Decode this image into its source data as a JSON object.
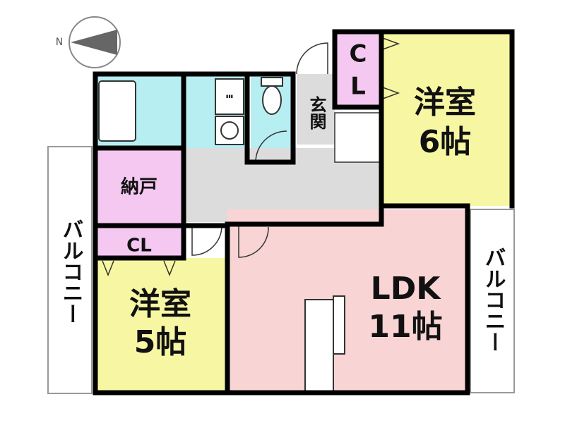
{
  "compass": {
    "north": "N"
  },
  "rooms": {
    "western_6": {
      "name": "洋室",
      "size": "6帖"
    },
    "western_5": {
      "name": "洋室",
      "size": "5帖"
    },
    "ldk": {
      "name": "LDK",
      "size": "11帖"
    },
    "storage": {
      "name": "納戸"
    },
    "entrance": {
      "name": "玄関"
    },
    "closet_top": {
      "name_c": "C",
      "name_l": "L"
    },
    "closet_left": {
      "name": "CL"
    },
    "balcony_left": {
      "name": "バルコニー"
    },
    "balcony_right": {
      "name": "バルコニー"
    }
  },
  "colors": {
    "wall": "#000000",
    "western": "#f7f7a3",
    "ldk": "#f9d4d4",
    "closet": "#f4c8f0",
    "wet": "#b6eef2",
    "hall": "#dcdcdc",
    "balcony": "#ffffff"
  }
}
